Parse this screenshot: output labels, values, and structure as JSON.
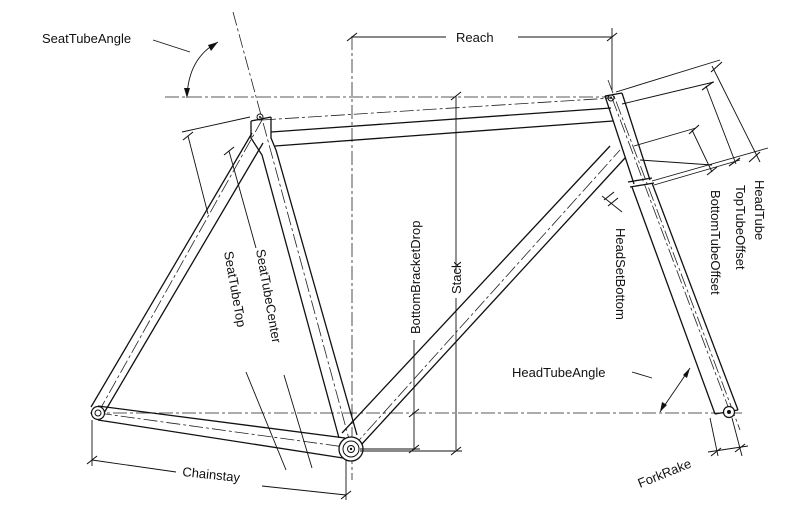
{
  "diagram": {
    "labels": {
      "seat_tube_angle": "SeatTubeAngle",
      "reach": "Reach",
      "head_tube": "HeadTube",
      "top_tube_offset": "TopTubeOffset",
      "bottom_tube_offset": "BottomTubeOffset",
      "head_set_bottom": "HeadSetBottom",
      "seat_tube_top": "SeatTubeTop",
      "seat_tube_center": "SeatTubeCenter",
      "bottom_bracket_drop": "BottomBracketDrop",
      "stack": "Stack",
      "head_tube_angle": "HeadTubeAngle",
      "chainstay": "Chainstay",
      "fork_rake": "ForkRake"
    }
  }
}
